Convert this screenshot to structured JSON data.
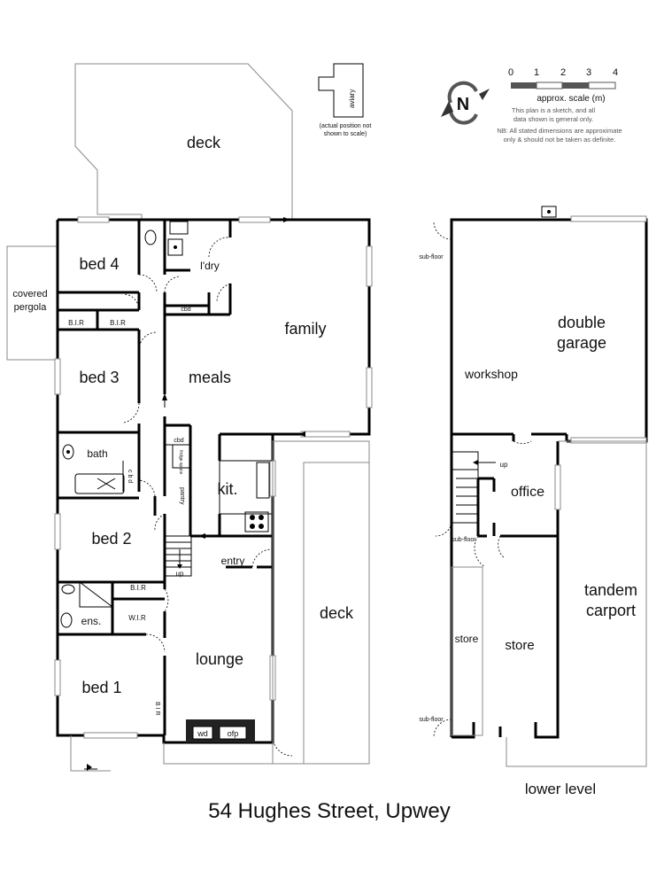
{
  "title": "54 Hughes Street, Upwey",
  "rooms": {
    "deck_top": "deck",
    "aviary": "aviary",
    "aviary_note_1": "(actual position not",
    "aviary_note_2": "shown to scale)",
    "covered_pergola_1": "covered",
    "covered_pergola_2": "pergola",
    "bed4": "bed 4",
    "bed3": "bed 3",
    "bed2": "bed 2",
    "bed1": "bed 1",
    "bir_left": "B.I.R",
    "bir_right": "B.I.R",
    "bir_bed2": "B.I.R",
    "bir_bed1": "B I R",
    "wir": "W.I.R",
    "ens": "ens.",
    "bath": "bath",
    "cbd_bath": "c b d",
    "ldry": "l'dry",
    "cbd_ldry": "cbd",
    "meals": "meals",
    "family": "family",
    "kit": "kit.",
    "cbd_kit": "cbd",
    "pantry": "pantry",
    "fridge": "fridge space",
    "up_main": "up",
    "entry": "entry",
    "lounge": "lounge",
    "wd": "wd",
    "ofp": "ofp",
    "deck_side": "deck"
  },
  "lower": {
    "subfloor_1": "sub-floor",
    "subfloor_2": "sub-floor",
    "subfloor_3": "sub-floor",
    "double_garage_1": "double",
    "double_garage_2": "garage",
    "workshop": "workshop",
    "up": "up",
    "office": "office",
    "store_narrow": "store",
    "store": "store",
    "tandem_1": "tandem",
    "tandem_2": "carport",
    "label": "lower level"
  },
  "scale": {
    "ticks": [
      "0",
      "1",
      "2",
      "3",
      "4"
    ],
    "label": "approx. scale (m)",
    "note1": "This plan is a sketch, and all",
    "note2": "data shown is general only.",
    "note3": "NB: All stated dimensions are approximate",
    "note4": "only & should not be taken as definite."
  },
  "compass": {
    "letter": "N"
  }
}
